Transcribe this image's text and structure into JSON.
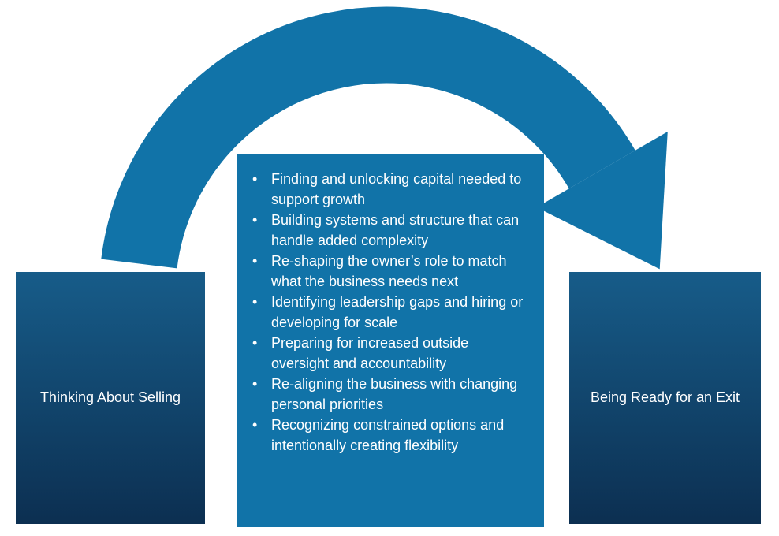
{
  "diagram": {
    "left_box": {
      "label": "Thinking About Selling"
    },
    "right_box": {
      "label": "Being Ready for an Exit"
    },
    "center_list": {
      "bullet": "•",
      "items": [
        "Finding and unlocking capital needed to support growth",
        "Building systems and structure that can handle added complexity",
        "Re-shaping the owner’s role to match what the business needs next",
        "Identifying leadership gaps and hiring or developing for scale",
        "Preparing for increased outside oversight and accountability",
        "Re-aligning the business with changing personal priorities",
        "Recognizing constrained options and intentionally creating flexibility"
      ]
    }
  },
  "colors": {
    "arrow": "#1173a8",
    "center_box": "#1173a8",
    "side_box_top": "#175c89",
    "side_box_bottom": "#0c2f51",
    "text": "#ffffff"
  }
}
